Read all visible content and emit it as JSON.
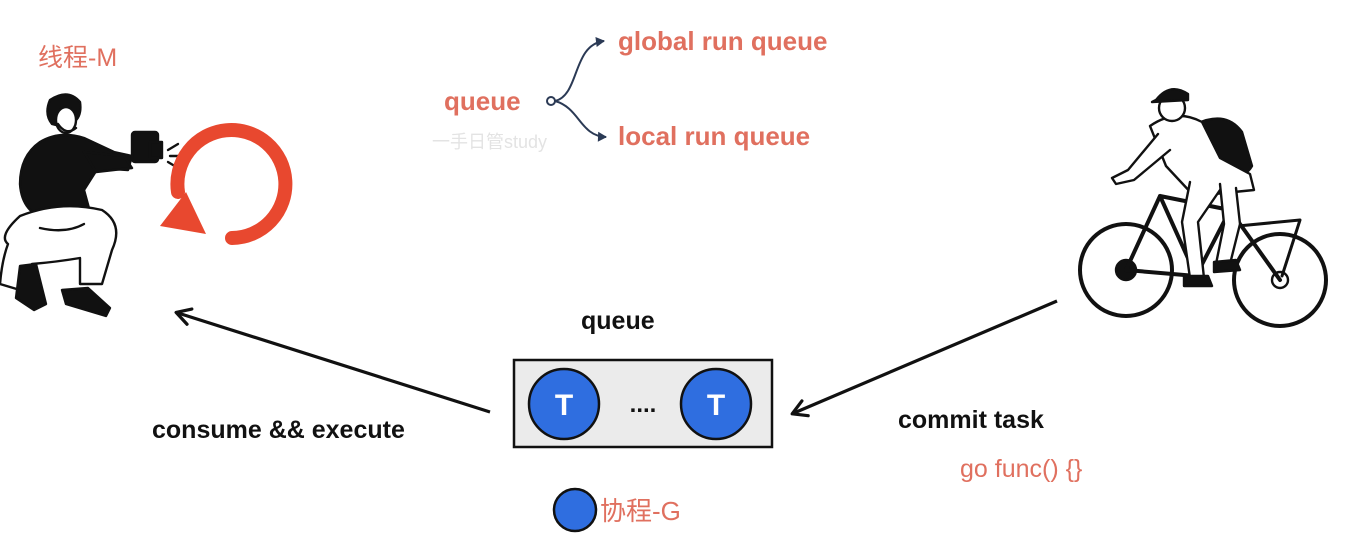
{
  "thread_label": "线程-M",
  "queue_types": {
    "root": "queue",
    "global": "global run queue",
    "local": "local run queue"
  },
  "queue_box": {
    "title": "queue",
    "task_glyph": "T",
    "ellipsis": "...."
  },
  "consume_label": "consume && execute",
  "commit_label": "commit task",
  "code_snippet": "go func() {}",
  "legend_goroutine": "协程-G",
  "watermark": "一手日管study",
  "colors": {
    "accent_text": "#e0705f",
    "goroutine_fill": "#2f6ee0",
    "goroutine_stroke": "#111111",
    "spin_arrow": "#e8482f",
    "queue_box_fill": "#ebebeb",
    "branch_stroke": "#2b3a55"
  },
  "icons": {
    "consumer": "photographer-figure-icon",
    "producer": "cyclist-figure-icon",
    "spin": "rotate-arrow-icon"
  }
}
